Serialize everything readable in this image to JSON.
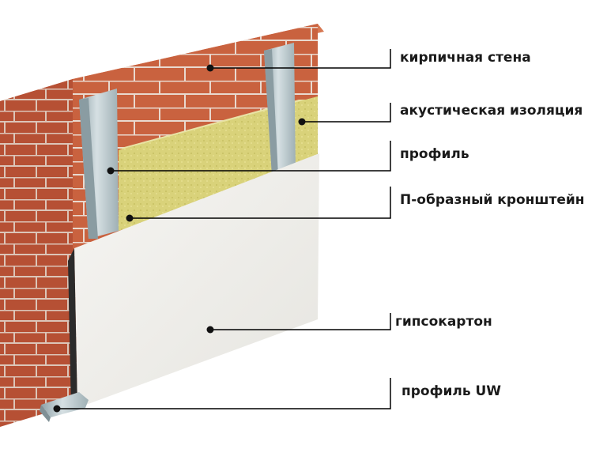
{
  "labels": {
    "brick_wall": "кирпичная стена",
    "acoustic_insulation": "акустическая изоляция",
    "profile": "профиль",
    "u_bracket": "П-образный кронштейн",
    "drywall": "гипсокартон",
    "profile_uw": "профиль UW"
  },
  "colors": {
    "brick": "#c9623f",
    "mortar": "#e9d9cf",
    "insulation": "#d9d27a",
    "metal": "#b9c7cc",
    "drywall": "#f1f0ec",
    "line": "#000000"
  }
}
